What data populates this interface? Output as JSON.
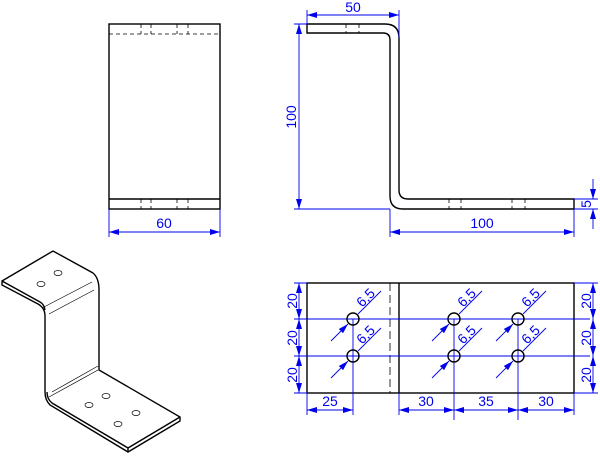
{
  "colors": {
    "dimension": "#0000ee",
    "object": "#000000"
  },
  "front_view": {
    "width_dim": "60"
  },
  "side_view": {
    "top_flange_dim": "50",
    "height_dim": "100",
    "bottom_flange_dim": "100",
    "thickness_dim": "5"
  },
  "flat_view": {
    "left_spacing": [
      "20",
      "20",
      "20"
    ],
    "right_spacing": [
      "20",
      "20",
      "20"
    ],
    "hole_diameter": "6,5",
    "bottom_dims": [
      "25",
      "30",
      "35",
      "30"
    ]
  }
}
